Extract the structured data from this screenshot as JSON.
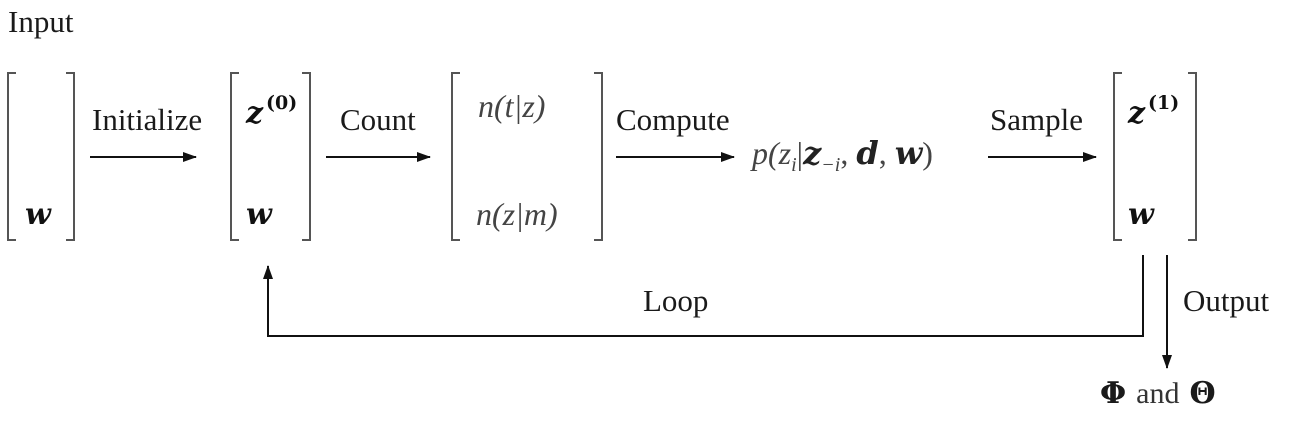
{
  "diagram": {
    "input_label": "Input",
    "steps": {
      "initialize": "Initialize",
      "count": "Count",
      "compute": "Compute",
      "sample": "Sample",
      "loop": "Loop",
      "output": "Output"
    },
    "vectors": {
      "input": {
        "bottom": "w"
      },
      "state0": {
        "top": "z",
        "top_sup": "(0)",
        "bottom": "w"
      },
      "counts": {
        "top": "n(t|z)",
        "bottom": "n(z|m)"
      },
      "state1": {
        "top": "z",
        "top_sup": "(1)",
        "bottom": "w"
      }
    },
    "conditional": {
      "prefix": "p(z",
      "sub_i": "i",
      "bar": "|",
      "z_bold": "z",
      "sub_minus_i": "−i",
      "comma1": ", ",
      "d_bold": "d",
      "comma2": ", ",
      "w_bold": "w",
      "suffix": ")"
    },
    "result": {
      "phi": "Φ",
      "and": "and",
      "theta": "Θ"
    }
  }
}
